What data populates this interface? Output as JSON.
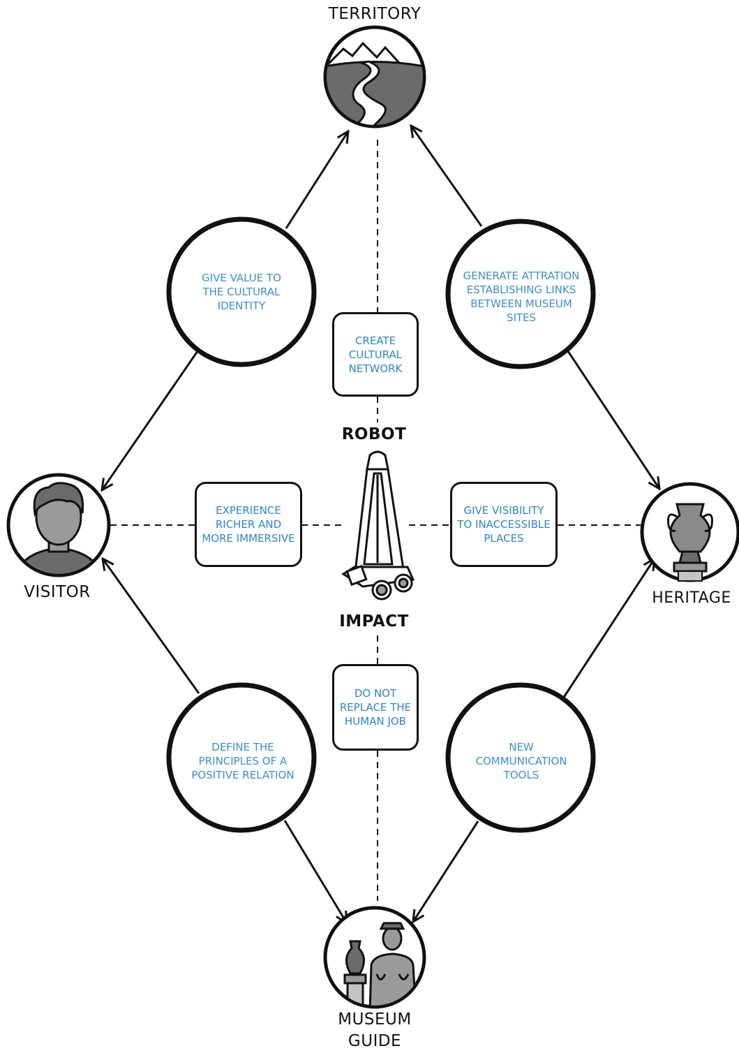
{
  "nodes": {
    "territory": "TERRITORY",
    "visitor": "VISITOR",
    "heritage": "HERITAGE",
    "museum_guide_line1": "MUSEUM",
    "museum_guide_line2": "GUIDE"
  },
  "center": {
    "top_label": "ROBOT",
    "bottom_label": "IMPACT"
  },
  "circles": {
    "top_left": "GIVE VALUE TO THE CULTURAL IDENTITY",
    "top_right": "GENERATE ATTRATION ESTABLISHING LINKS BETWEEN MUSEUM SITES",
    "bottom_left": "DEFINE THE PRINCIPLES OF A POSITIVE RELATION",
    "bottom_right": "NEW COMMUNICATION TOOLS"
  },
  "boxes": {
    "top": "CREATE CULTURAL NETWORK",
    "left": "EXPERIENCE RICHER AND MORE IMMERSIVE",
    "right": "GIVE VISIBILITY TO INACCESSIBLE PLACES",
    "bottom": "DO NOT REPLACE THE HUMAN JOB"
  },
  "colors": {
    "stroke": "#111111",
    "text_blue": "#3a8fcf",
    "icon_gray": "#9a9a9a",
    "icon_dark": "#6b6b6b"
  }
}
